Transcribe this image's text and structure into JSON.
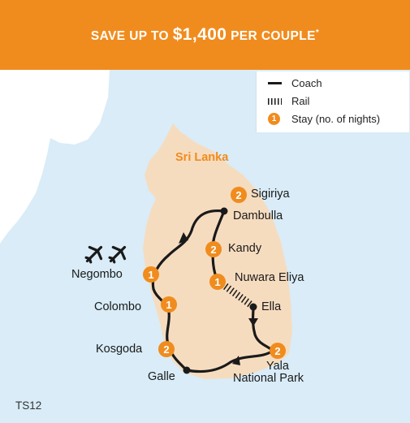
{
  "banner": {
    "prefix": "SAVE UP TO ",
    "amount": "$1,400",
    "suffix": " PER COUPLE",
    "footnote": "*"
  },
  "legend": {
    "coach": "Coach",
    "rail": "Rail",
    "stay": "Stay (no. of nights)",
    "stay_sample": "1"
  },
  "country": "Sri Lanka",
  "places": {
    "sigiriya": "Sigiriya",
    "dambulla": "Dambulla",
    "kandy": "Kandy",
    "nuwara_eliya": "Nuwara Eliya",
    "ella": "Ella",
    "negombo": "Negombo",
    "colombo": "Colombo",
    "kosgoda": "Kosgoda",
    "galle": "Galle",
    "yala_line1": "Yala",
    "yala_line2": "National Park"
  },
  "stays": {
    "sigiriya": "2",
    "kandy": "2",
    "nuwara_eliya": "1",
    "negombo": "1",
    "colombo": "1",
    "kosgoda": "2",
    "yala": "2"
  },
  "tour_code": "TS12",
  "colors": {
    "accent": "#f08c1e",
    "sea": "#d9ecf7",
    "land": "#f6dcbf",
    "route": "#1a1a1a"
  },
  "icons": [
    "plane-icon",
    "plane-icon"
  ]
}
